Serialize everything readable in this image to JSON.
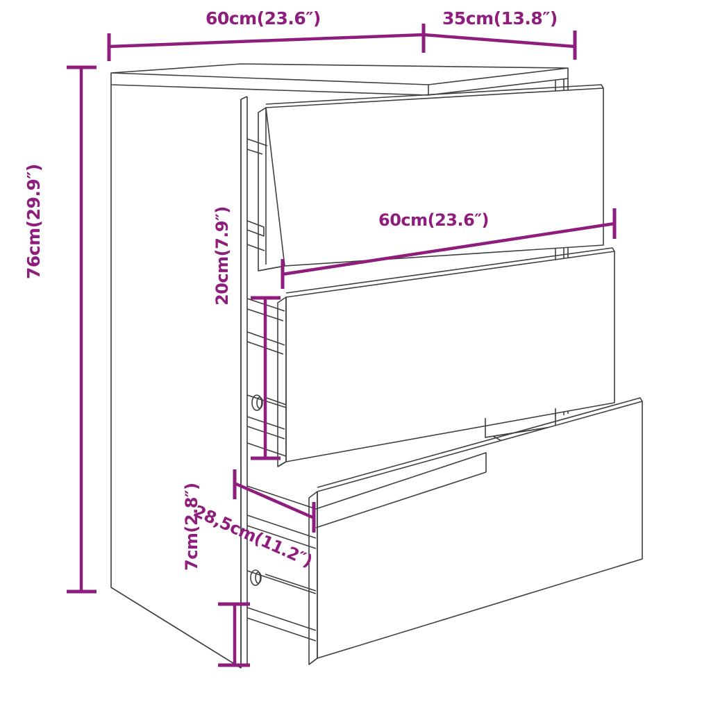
{
  "drawing": {
    "title": "Sideboard / chest of drawers dimension drawing",
    "product": "3-drawer cabinet",
    "line_color": "#3f3f3f",
    "dimension_color": "#8e1d7d",
    "background_color": "#ffffff"
  },
  "dimensions": {
    "top_width": {
      "label": "60cm(23.6″)",
      "metric_cm": 60,
      "imperial_in": 23.6,
      "describes": "cabinet overall width"
    },
    "top_depth": {
      "label": "35cm(13.8″)",
      "metric_cm": 35,
      "imperial_in": 13.8,
      "describes": "cabinet overall depth"
    },
    "overall_height": {
      "label": "76cm(29.9″)",
      "metric_cm": 76,
      "imperial_in": 29.9,
      "describes": "cabinet overall height"
    },
    "drawer_width": {
      "label": "60cm(23.6″)",
      "metric_cm": 60,
      "imperial_in": 23.6,
      "describes": "drawer front width"
    },
    "drawer_height": {
      "label": "20cm(7.9″)",
      "metric_cm": 20,
      "imperial_in": 7.9,
      "describes": "drawer front height"
    },
    "drawer_depth": {
      "label": "28,5cm(11.2″)",
      "metric_cm": 28.5,
      "imperial_in": 11.2,
      "describes": "drawer internal depth"
    },
    "base_height": {
      "label": "7cm(2.8″)",
      "metric_cm": 7,
      "imperial_in": 2.8,
      "describes": "plinth / base height"
    }
  },
  "chart_data": {
    "type": "table",
    "title": "Cabinet dimensions",
    "categories": [
      "Width",
      "Depth",
      "Height",
      "Drawer width",
      "Drawer height",
      "Drawer depth",
      "Base height"
    ],
    "values": [
      60,
      35,
      76,
      60,
      20,
      28.5,
      7
    ],
    "values_imperial": [
      23.6,
      13.8,
      29.9,
      23.6,
      7.9,
      11.2,
      2.8
    ],
    "labels": [
      "60cm(23.6″)",
      "35cm(13.8″)",
      "76cm(29.9″)",
      "60cm(23.6″)",
      "20cm(7.9″)",
      "28,5cm(11.2″)",
      "7cm(2.8″)"
    ],
    "unit_metric": "cm",
    "unit_imperial": "in",
    "xlabel": "",
    "ylabel": ""
  }
}
